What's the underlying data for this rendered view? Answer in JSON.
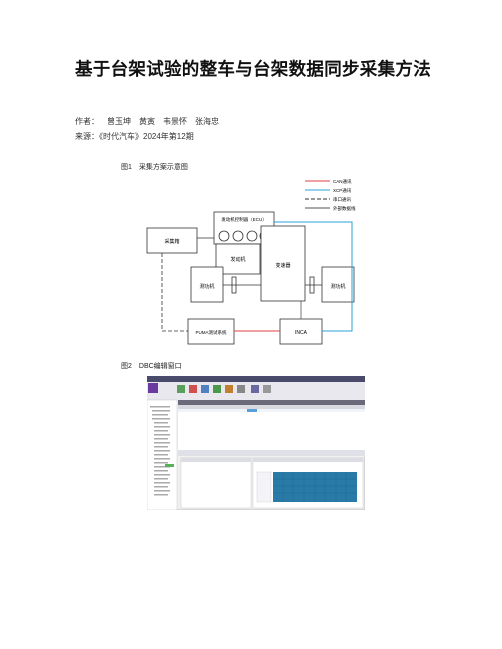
{
  "article": {
    "title": "基于台架试验的整车与台架数据同步采集方法",
    "authors_label": "作者：",
    "authors": [
      "曾玉坤",
      "黄寅",
      "韦景怀",
      "张海忠"
    ],
    "source_label": "来源：",
    "source": "《时代汽车》2024年第12期"
  },
  "figure1": {
    "caption": "图1　采集方案示意图",
    "legend": [
      "CAN通讯",
      "XCP通讯",
      "串口通讯",
      "外部数据线"
    ],
    "legend_colors": [
      "#e04040",
      "#2aa4d8",
      "#333333",
      "#555555"
    ],
    "labels": {
      "ecu": "发动机控制器（ECU）",
      "collector": "采集箱",
      "engine": "发动机",
      "dyno_left": "测功机",
      "transmission": "变速器",
      "dyno_right": "测功机",
      "puma": "PUMA测试系统",
      "inca": "INCA"
    }
  },
  "figure2": {
    "caption": "图2　DBC编辑窗口"
  }
}
